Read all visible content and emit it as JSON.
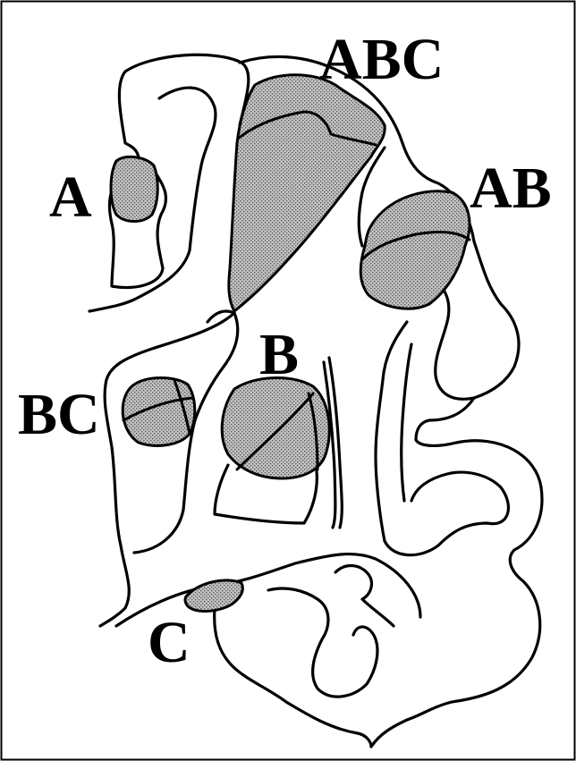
{
  "labels": {
    "abc": "ABC",
    "a": "A",
    "ab": "AB",
    "b": "B",
    "bc": "BC",
    "c": "C"
  },
  "colors": {
    "background": "#ffffff",
    "outline": "#000000",
    "lesion_fill": "#bdbdbd"
  }
}
